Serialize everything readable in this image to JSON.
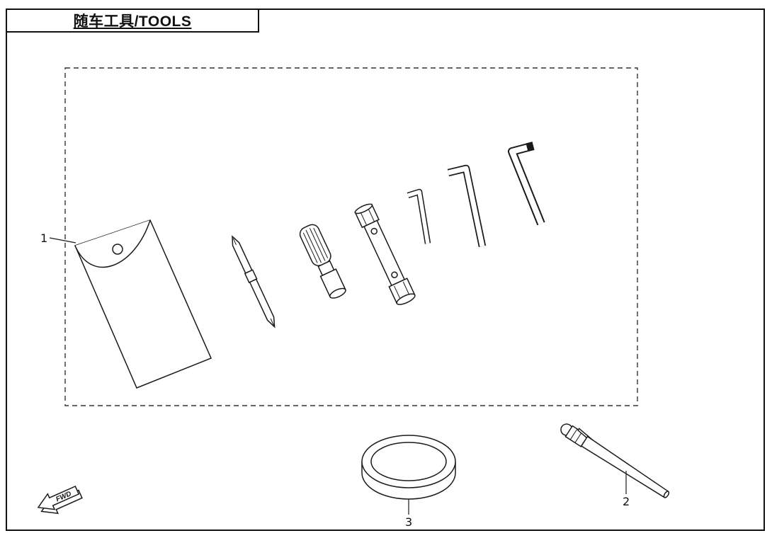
{
  "title": "随车工具/TOOLS",
  "labels": {
    "part1": "1",
    "part2": "2",
    "part3": "3",
    "fwd": "FWD"
  },
  "colors": {
    "line": "#1a1a1a",
    "background": "#ffffff"
  }
}
